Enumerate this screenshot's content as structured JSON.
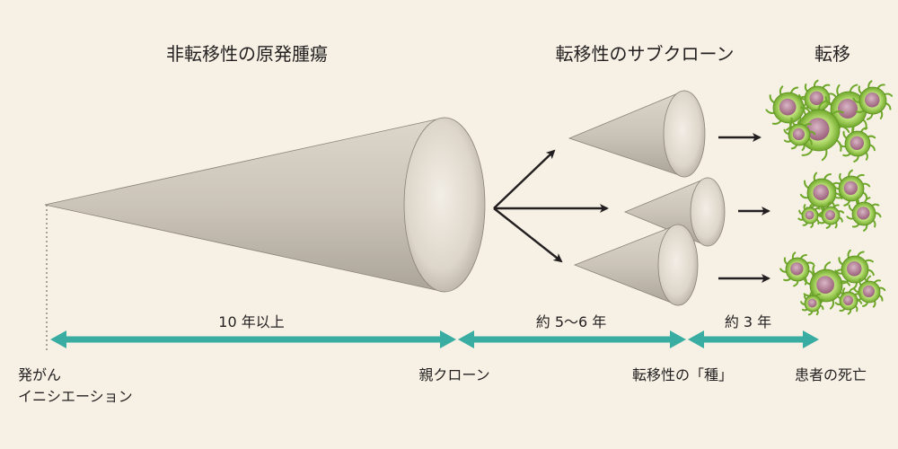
{
  "headings": {
    "primary": "非転移性の原発腫瘍",
    "subclones": "転移性のサブクローン",
    "metastasis": "転移"
  },
  "durations": {
    "phase1": "10 年以上",
    "phase2": "約 5〜6 年",
    "phase3": "約 3 年"
  },
  "milestones": {
    "initiation_line1": "発がん",
    "initiation_line2": "イニシエーション",
    "parent_clone": "親クローン",
    "seed": "転移性の「種」",
    "death": "患者の死亡"
  },
  "colors": {
    "background": "#f6f1e4",
    "timeline": "#3aada2",
    "cone": "#cfc8bc",
    "cell_outer": "#8cc63f",
    "cell_inner": "#b27c93",
    "arrow": "#231f20"
  }
}
